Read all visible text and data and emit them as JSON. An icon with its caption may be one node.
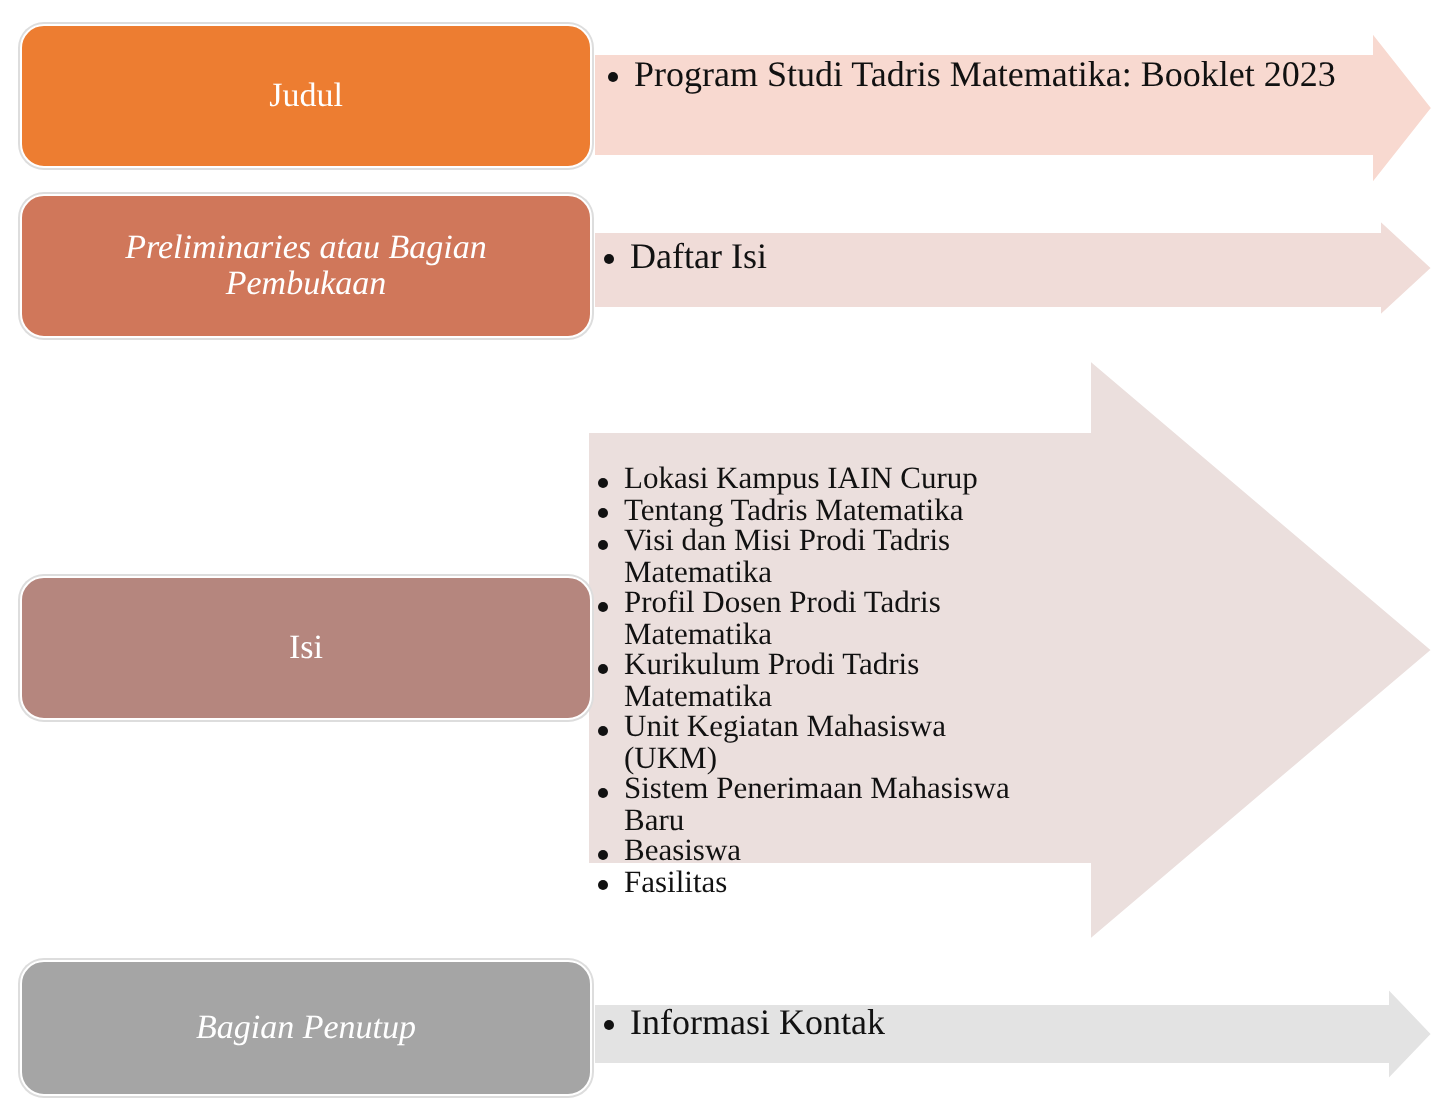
{
  "diagram": {
    "nodes": [
      {
        "text": [
          "Judul"
        ]
      },
      {
        "text": [
          "Program Studi Tadris Matematika: Booklet 2023"
        ]
      },
      {
        "text": [
          "Preliminaries atau Bagian Pembukaan"
        ]
      },
      {
        "text": [
          "Daftar Isi"
        ]
      },
      {
        "text": [
          "Isi"
        ]
      },
      {
        "text": [
          "Lokasi Kampus IAIN Curup",
          "Tentang Tadris Matematika",
          "Visi dan Misi Prodi Tadris Matematika",
          "Profil Dosen Prodi Tadris Matematika",
          "Kurikulum Prodi Tadris Matematika",
          "Unit Kegiatan Mahasiswa (UKM)",
          "Sistem Penerimaan Mahasiswa Baru",
          "Beasiswa",
          "Fasilitas"
        ]
      },
      {
        "text": [
          "Bagian Penutup"
        ]
      },
      {
        "text": [
          "Informasi Kontak"
        ]
      }
    ],
    "edges": []
  }
}
